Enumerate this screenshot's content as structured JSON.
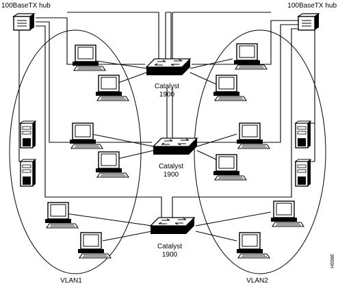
{
  "hubs": {
    "left_label": "100BaseTX hub",
    "right_label": "100BaseTX hub"
  },
  "switches": [
    {
      "name_label": "Catalyst",
      "model_label": "1900"
    },
    {
      "name_label": "Catalyst",
      "model_label": "1900"
    },
    {
      "name_label": "Catalyst",
      "model_label": "1900"
    }
  ],
  "vlans": {
    "left_label": "VLAN1",
    "right_label": "VLAN2"
  },
  "figure_id": "H5986",
  "colors": {
    "line": "#000000",
    "background": "#ffffff"
  }
}
